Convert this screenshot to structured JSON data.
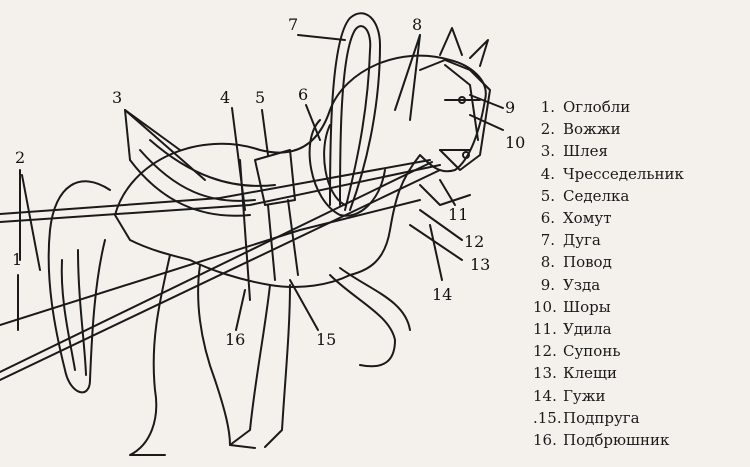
{
  "diagram": {
    "callouts": [
      {
        "id": 1,
        "label": "1"
      },
      {
        "id": 2,
        "label": "2"
      },
      {
        "id": 3,
        "label": "3"
      },
      {
        "id": 4,
        "label": "4"
      },
      {
        "id": 5,
        "label": "5"
      },
      {
        "id": 6,
        "label": "6"
      },
      {
        "id": 7,
        "label": "7"
      },
      {
        "id": 8,
        "label": "8"
      },
      {
        "id": 9,
        "label": "9"
      },
      {
        "id": 10,
        "label": "10"
      },
      {
        "id": 11,
        "label": "11"
      },
      {
        "id": 12,
        "label": "12"
      },
      {
        "id": 13,
        "label": "13"
      },
      {
        "id": 14,
        "label": "14"
      },
      {
        "id": 15,
        "label": "15"
      },
      {
        "id": 16,
        "label": "16"
      }
    ]
  },
  "legend": {
    "items": [
      {
        "num": "1.",
        "label": "Оглобли"
      },
      {
        "num": "2.",
        "label": "Вожжи"
      },
      {
        "num": "3.",
        "label": "Шлея"
      },
      {
        "num": "4.",
        "label": "Чресседельник"
      },
      {
        "num": "5.",
        "label": "Седелка"
      },
      {
        "num": "6.",
        "label": "Хомут"
      },
      {
        "num": "7.",
        "label": "Дуга"
      },
      {
        "num": "8.",
        "label": "Повод"
      },
      {
        "num": "9.",
        "label": "Узда"
      },
      {
        "num": "10.",
        "label": "Шоры"
      },
      {
        "num": "11.",
        "label": "Удила"
      },
      {
        "num": "12.",
        "label": "Супонь"
      },
      {
        "num": "13.",
        "label": "Клещи"
      },
      {
        "num": "14.",
        "label": "Гужи"
      },
      {
        "num": ".15.",
        "label": "Подпруга"
      },
      {
        "num": "16.",
        "label": "Подбрюшник"
      }
    ]
  },
  "colors": {
    "ink": "#1a1a1a",
    "paper": "#f4f1ec"
  }
}
